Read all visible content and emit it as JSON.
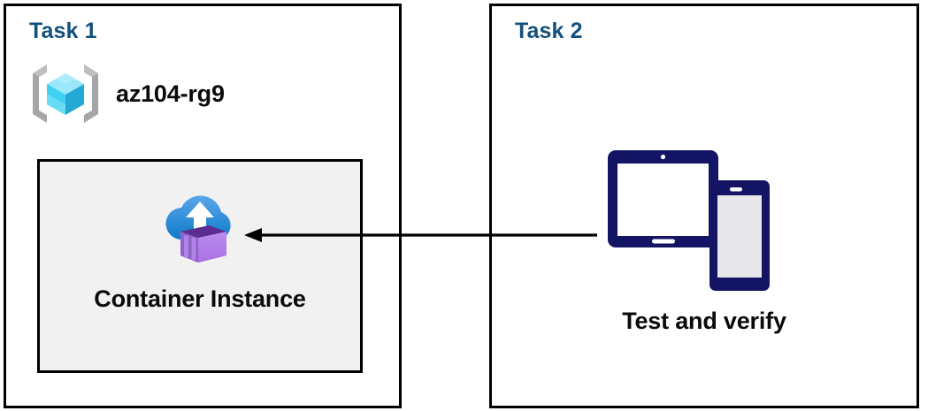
{
  "diagram": {
    "title": "Azure Container Instance task diagram",
    "background": "#ffffff",
    "colors": {
      "panel_border": "#000000",
      "task_title": "#13507c",
      "card_fill": "#f1f1f1",
      "card_border": "#000000",
      "device_navy": "#141464",
      "device_screen": "#e8e8ea",
      "cloud_blue_light": "#4f9fe8",
      "cloud_blue_dark": "#0f7cc8",
      "container_purple_light": "#b183e8",
      "container_purple_dark": "#5c2d91",
      "rg_cube_light": "#86e2f8",
      "rg_cube_mid": "#33cdf0",
      "rg_cube_dark": "#1fa3c8",
      "rg_bracket_gray": "#a6a6a6",
      "arrow_black": "#000000"
    }
  },
  "panels": [
    {
      "id": "task1",
      "title": "Task 1",
      "resource_group": {
        "icon": "resource-group-icon",
        "name": "az104-rg9"
      },
      "card": {
        "icon": "container-instance-icon",
        "label": "Container Instance"
      }
    },
    {
      "id": "task2",
      "title": "Task 2",
      "device": {
        "icon": "devices-icon",
        "label": "Test and verify"
      }
    }
  ],
  "connector": {
    "name": "arrow-task2-to-container-instance",
    "direction": "right-to-left",
    "from": "Test and verify",
    "to": "Container Instance"
  }
}
